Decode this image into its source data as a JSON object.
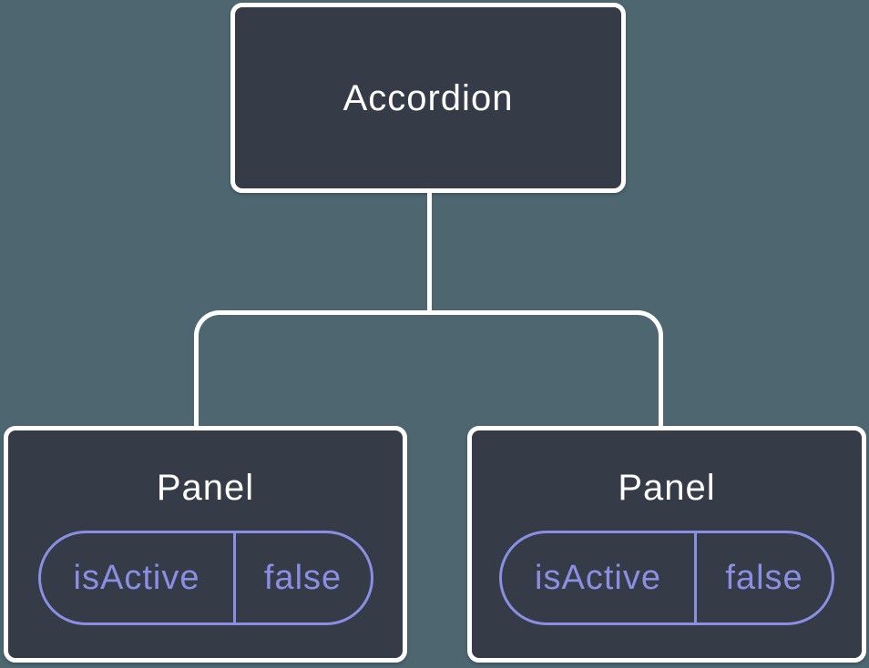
{
  "diagram": {
    "root": {
      "label": "Accordion"
    },
    "children": [
      {
        "label": "Panel",
        "state": {
          "name": "isActive",
          "value": "false"
        }
      },
      {
        "label": "Panel",
        "state": {
          "name": "isActive",
          "value": "false"
        }
      }
    ]
  },
  "colors": {
    "background": "#4D6670",
    "node_fill": "#353B47",
    "node_border": "#FFFFFF",
    "connector": "#FFFFFF",
    "state_accent": "#8A8FE4"
  }
}
